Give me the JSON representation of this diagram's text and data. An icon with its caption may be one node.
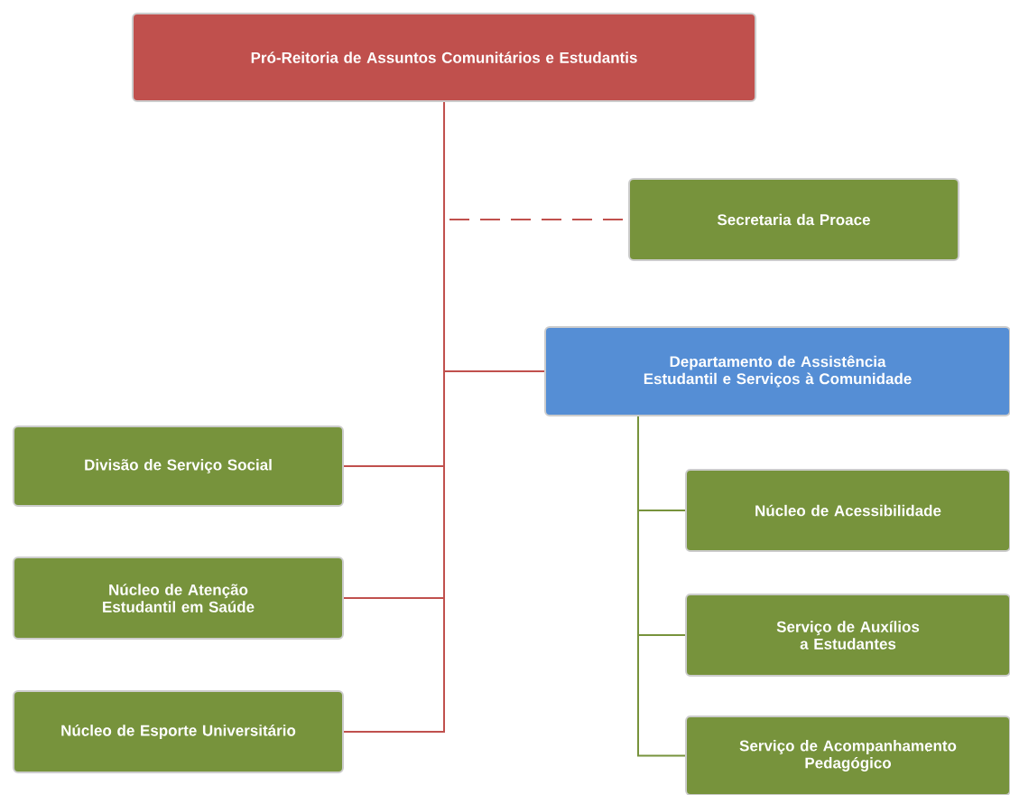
{
  "diagram": {
    "nodes": [
      {
        "text": [
          "Pró-Reitoria de Assuntos Comunitários e Estudantis"
        ]
      },
      {
        "text": [
          "Secretaria da Proace"
        ]
      },
      {
        "text": [
          "Departamento de Assistência Estudantil e Serviços à Comunidade"
        ]
      },
      {
        "text": [
          "Divisão de Serviço Social"
        ]
      },
      {
        "text": [
          "Núcleo de Atenção Estudantil em Saúde"
        ]
      },
      {
        "text": [
          "Núcleo de Esporte Universitário"
        ]
      },
      {
        "text": [
          "Núcleo de Acessibilidade"
        ]
      },
      {
        "text": [
          "Serviço de Auxílios a Estudantes"
        ]
      },
      {
        "text": [
          "Serviço de Acompanhamento Pedagógico"
        ]
      }
    ],
    "edges": [
      {
        "from": 0,
        "to": 1,
        "arrow": "none",
        "style": "dashed"
      },
      {
        "from": 0,
        "to": 2,
        "arrow": "none"
      },
      {
        "from": 0,
        "to": 3,
        "arrow": "none"
      },
      {
        "from": 0,
        "to": 4,
        "arrow": "none"
      },
      {
        "from": 0,
        "to": 5,
        "arrow": "none"
      },
      {
        "from": 2,
        "to": 6,
        "arrow": "none",
        "color": "#77933c"
      },
      {
        "from": 2,
        "to": 7,
        "arrow": "none",
        "color": "#77933c"
      },
      {
        "from": 2,
        "to": 8,
        "arrow": "none",
        "color": "#77933c"
      }
    ]
  }
}
